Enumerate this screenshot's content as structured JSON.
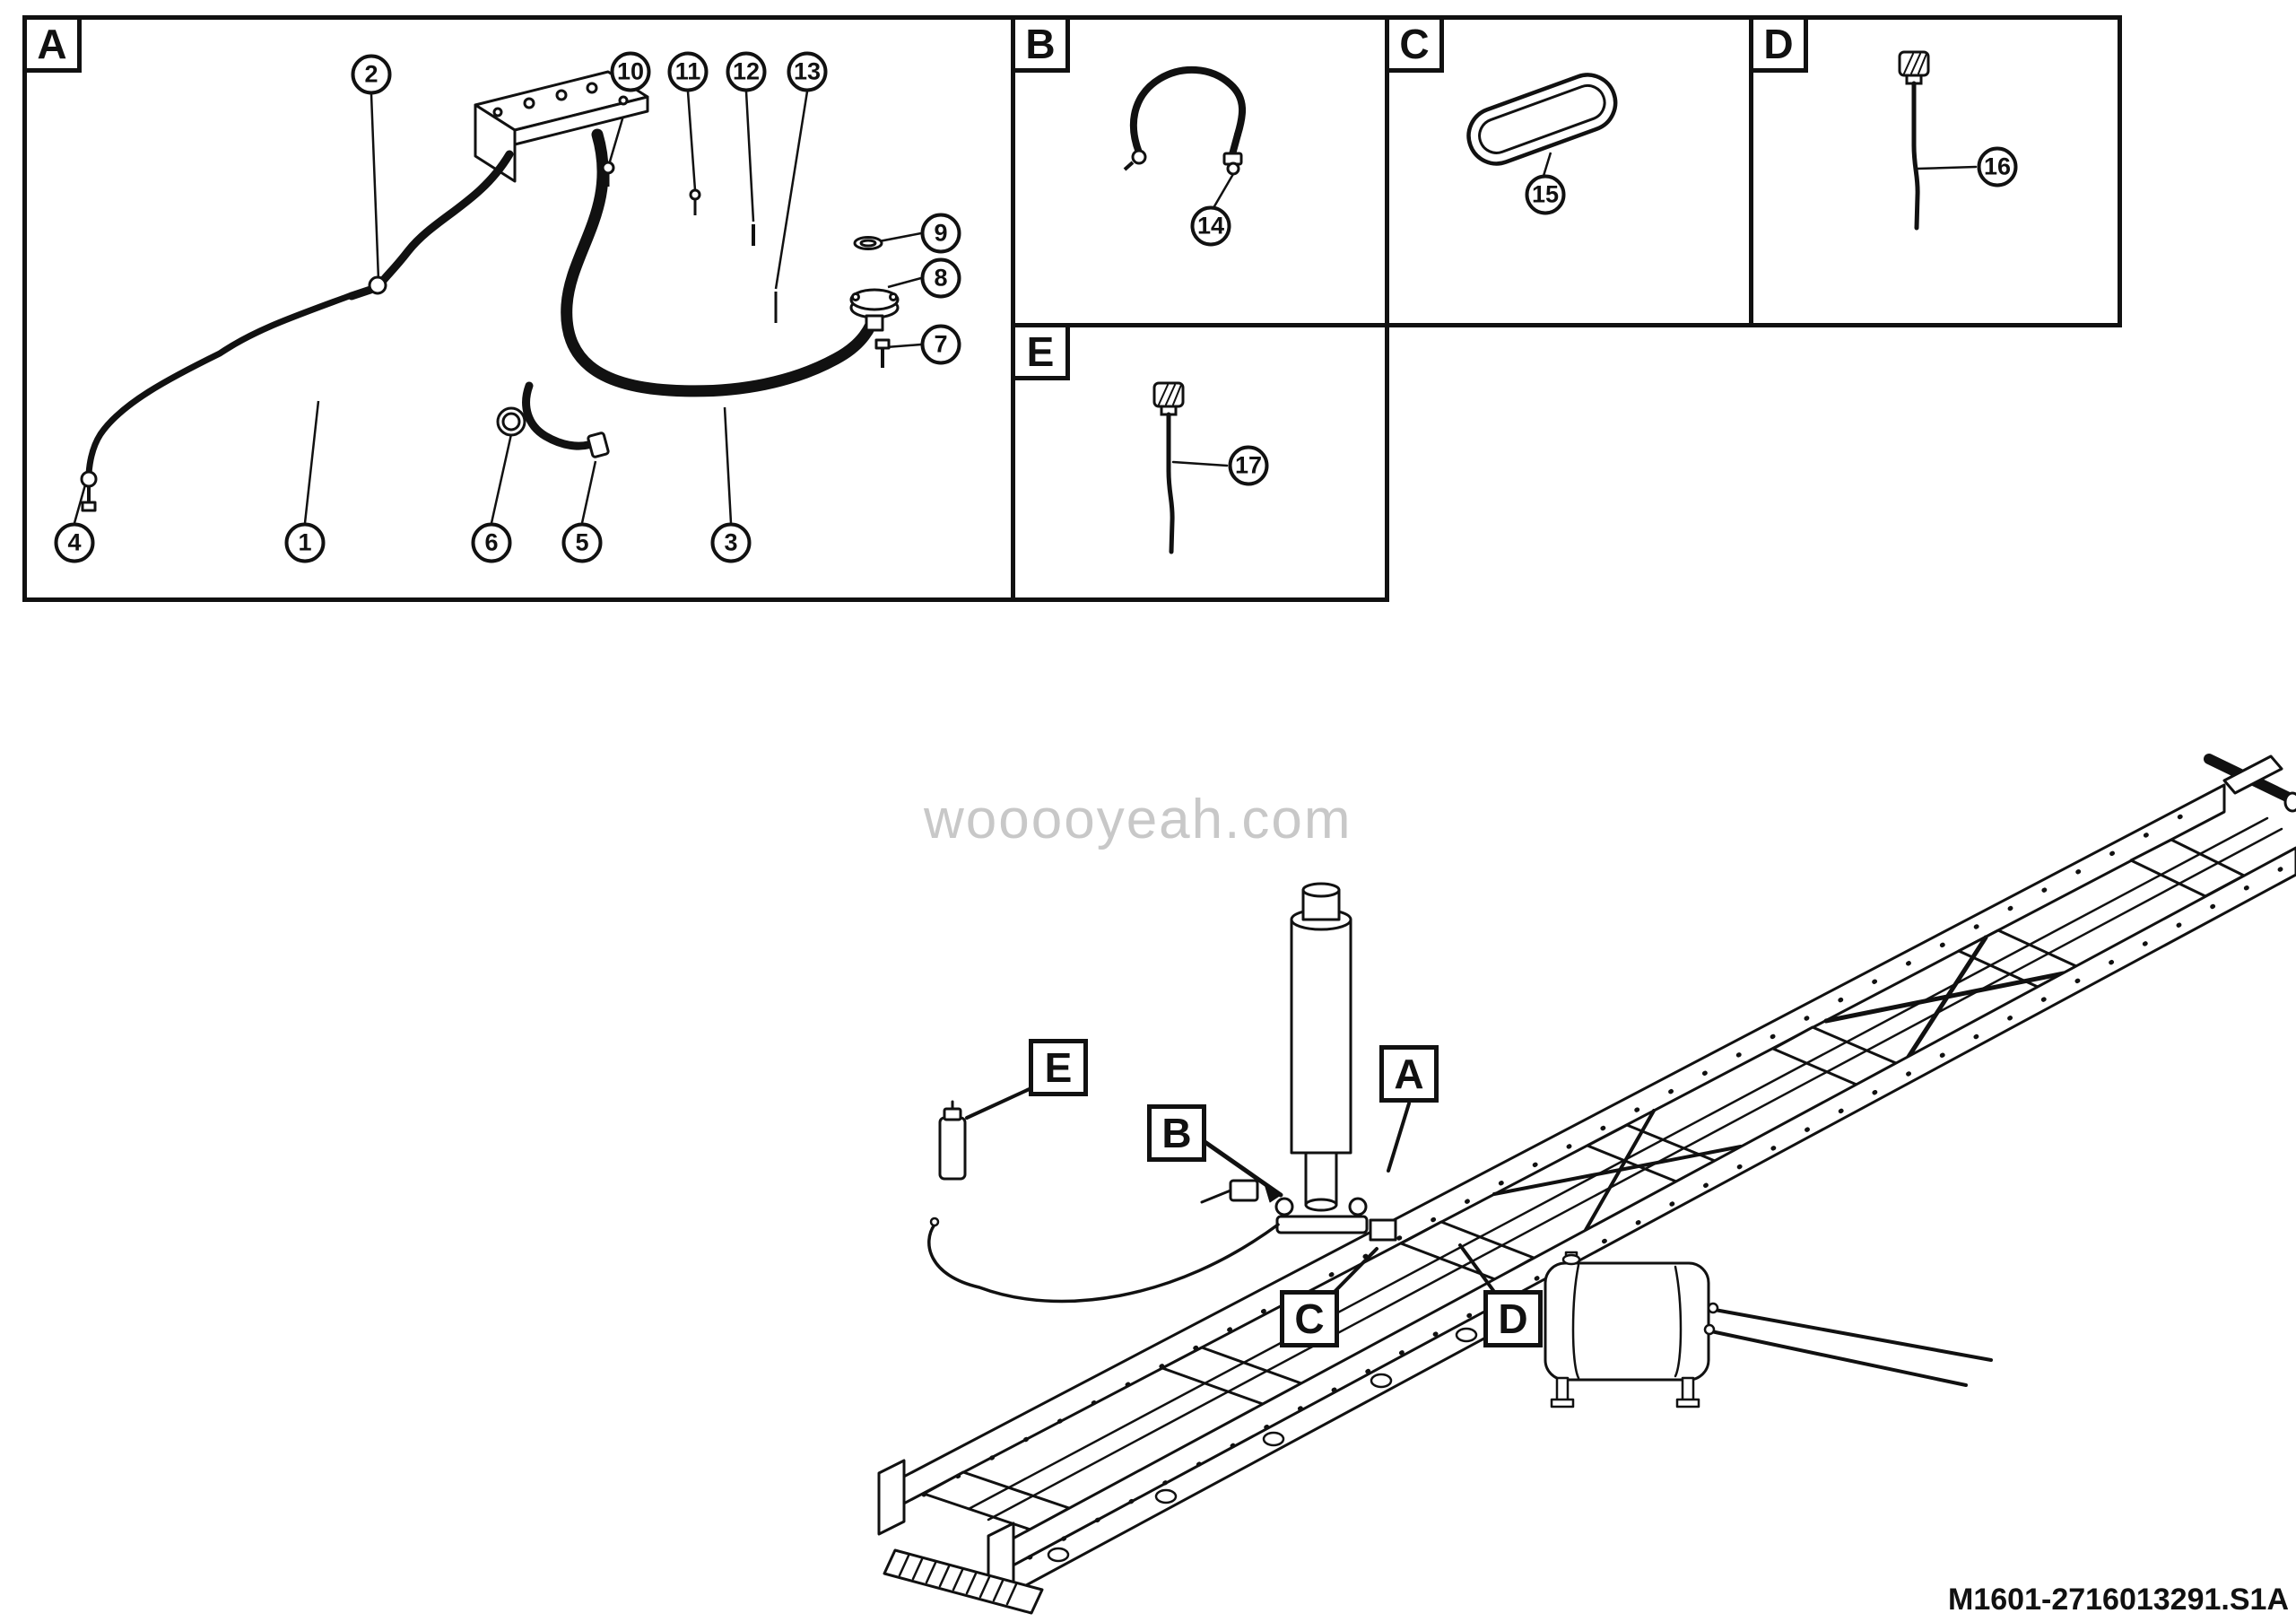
{
  "watermark": "wooooyeah.com",
  "part_code": "M1601-2716013291.S1A",
  "panel_a": {
    "label": "A",
    "callouts": [
      "2",
      "10",
      "11",
      "12",
      "13",
      "9",
      "8",
      "7",
      "4",
      "1",
      "6",
      "5",
      "3"
    ]
  },
  "panel_b": {
    "label": "B",
    "callout": "14"
  },
  "panel_c": {
    "label": "C",
    "callout": "15"
  },
  "panel_d": {
    "label": "D",
    "callout": "16"
  },
  "panel_e": {
    "label": "E",
    "callout": "17"
  },
  "chassis": {
    "labels": [
      "E",
      "B",
      "A",
      "C",
      "D"
    ]
  }
}
